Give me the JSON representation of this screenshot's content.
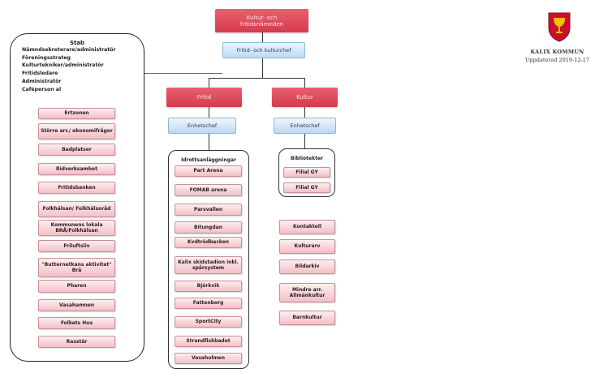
{
  "top": {
    "title_line1": "Kultur- och",
    "title_line2": "fritidsnämnden",
    "management": "Fritid- och kulturchef"
  },
  "stab": {
    "title": "Stab",
    "roles": [
      "Nämndsekreterare/administratör",
      "Föreningsstrateg",
      "Kulturtekniker/administratör",
      "Fritidsledare",
      "Administratör",
      "Caféperson al"
    ],
    "items": [
      "Ertzonen",
      "Större arr./ ekonomifrågor",
      "Badplatser",
      "Ridverksamhet",
      "Fritidsbanken",
      "Folkhälsan/ Folkhälsoråd",
      "Kommunens lokala BRÅ/Folkhälsan",
      "Friluftsliv",
      "\"Butternetkans aktivitet\" Brå",
      "Pharen",
      "Vasahamnen",
      "Folkets Hus",
      "Rasstär"
    ]
  },
  "fritid": {
    "label": "Fritid",
    "unit_head": "Enhetschef",
    "group_title": "Idrottsanläggningar",
    "items": [
      "Part Arena",
      "FOMAB arena",
      "Parsvallen",
      "Bitungdan",
      "Kvdtrödbacken",
      "Kalix skidstadion inkl. spårsystem",
      "Björkvik",
      "Fattenborg",
      "SportCity",
      "Strandfiskbadet",
      "Vasaholmen"
    ]
  },
  "kultur": {
    "label": "Kultur",
    "unit_head": "Enhetschef",
    "group_title": "Bibliotekter",
    "library_items": [
      "Filial GY",
      "Filial GY"
    ],
    "items": [
      "Kontaktell",
      "Kulturarv",
      "Bildarkiv",
      "Mindre arr. Allmänkultur",
      "Barnkultur"
    ]
  },
  "logo": {
    "org_name": "KALIX KOMMUN",
    "updated": "Uppdaterad 2019-12-17"
  },
  "colors": {
    "red_box": "#d63a4c",
    "blue_box": "#bcd9f2",
    "pink_box": "#f3bfc6",
    "crest_red": "#c8102e",
    "crest_gold": "#f2c200"
  }
}
